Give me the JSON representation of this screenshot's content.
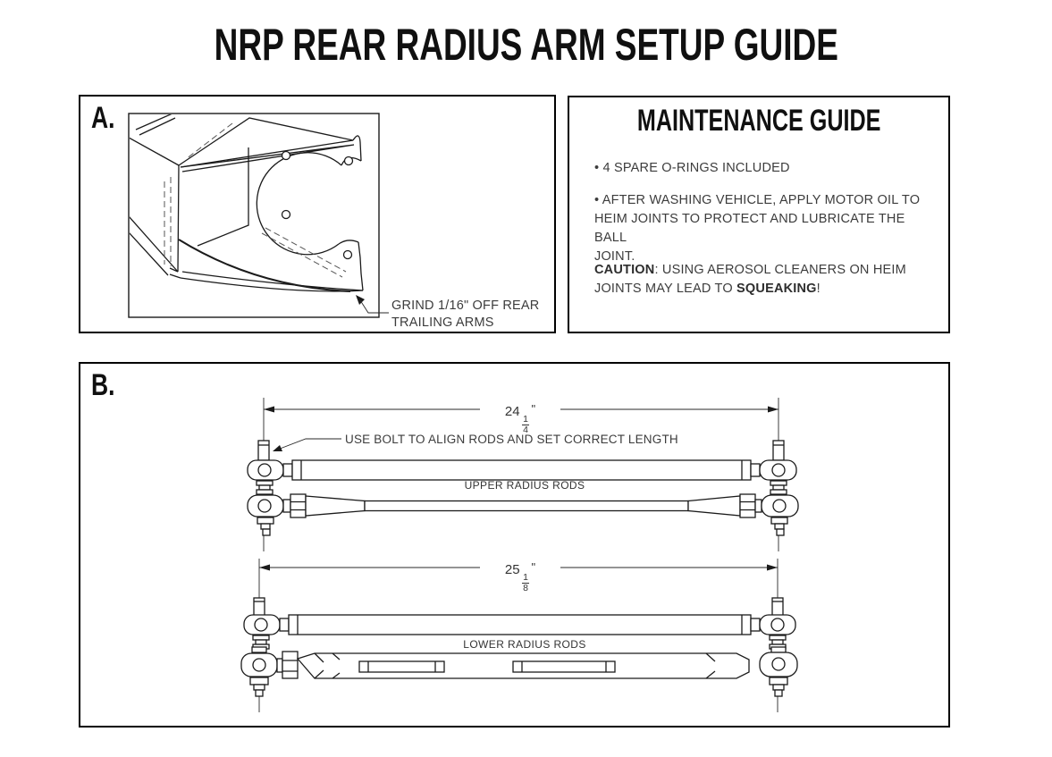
{
  "page": {
    "title": "NRP REAR RADIUS ARM SETUP GUIDE"
  },
  "section_a": {
    "label": "A.",
    "annotation_line1": "GRIND 1/16\" OFF REAR",
    "annotation_line2": "TRAILING ARMS"
  },
  "maintenance": {
    "title": "MAINTENANCE GUIDE",
    "bullet1": "• 4 SPARE O-RINGS INCLUDED",
    "bullet2_lines": [
      "• AFTER WASHING VEHICLE, APPLY MOTOR OIL TO",
      "HEIM JOINTS TO PROTECT AND LUBRICATE THE BALL",
      "JOINT."
    ],
    "caution": {
      "label": "CAUTION",
      "line1_rest": ": USING AEROSOL CLEANERS ON HEIM",
      "line2_pre": "JOINTS MAY LEAD TO ",
      "emphasis": "SQUEAKING",
      "suffix": "!"
    }
  },
  "section_b": {
    "label": "B.",
    "callout": "USE BOLT TO ALIGN RODS AND SET CORRECT LENGTH",
    "upper": {
      "dim_whole": "24",
      "dim_num": "1",
      "dim_den": "4",
      "dim_unit": "\"",
      "label": "UPPER RADIUS RODS"
    },
    "lower": {
      "dim_whole": "25",
      "dim_num": "1",
      "dim_den": "8",
      "dim_unit": "\"",
      "label": "LOWER RADIUS RODS"
    }
  },
  "colors": {
    "ink": "#101010",
    "line": "#1b1b1b",
    "body_text": "#3c3c3c",
    "background": "#ffffff"
  }
}
